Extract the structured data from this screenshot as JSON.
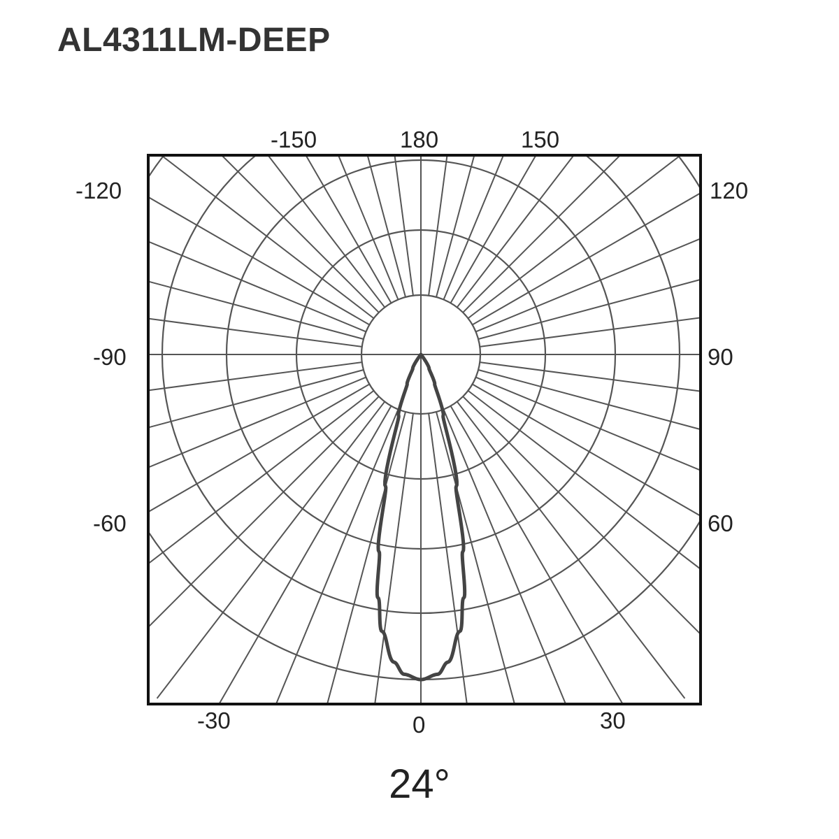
{
  "title": "AL4311LM-DEEP",
  "beam_angle_label": "24°",
  "chart_data": {
    "type": "polar",
    "title": "AL4311LM-DEEP",
    "subtitle": "24°",
    "angle_unit": "degrees",
    "angle_zero_direction": "down",
    "angular_tick_labels": [
      "-150",
      "180",
      "150",
      "-120",
      "120",
      "-90",
      "90",
      "-60",
      "60",
      "-30",
      "0",
      "30"
    ],
    "angular_grid_step_deg": 7.5,
    "radial_rings": 5,
    "grid": true,
    "series": [
      {
        "angles_deg": [
          -40,
          -30,
          -25,
          -20,
          -15,
          -12,
          -10,
          -8,
          -5,
          -3,
          0,
          3,
          5,
          8,
          10,
          12,
          15,
          20,
          25,
          30,
          40
        ],
        "relative_intensity": [
          0.0,
          0.05,
          0.1,
          0.2,
          0.42,
          0.62,
          0.76,
          0.86,
          0.95,
          0.985,
          1.0,
          0.985,
          0.95,
          0.86,
          0.76,
          0.62,
          0.42,
          0.2,
          0.1,
          0.05,
          0.0
        ]
      }
    ]
  },
  "tick_labels": {
    "top_left": "-150",
    "top_center": "180",
    "top_right": "150",
    "left_120": "-120",
    "right_120": "120",
    "left_90": "-90",
    "right_90": "90",
    "left_60": "-60",
    "right_60": "60",
    "bottom_left": "-30",
    "bottom_center": "0",
    "bottom_right": "30"
  },
  "colors": {
    "frame": "#111111",
    "grid": "#555555",
    "curve": "#444444",
    "text": "#222222"
  }
}
